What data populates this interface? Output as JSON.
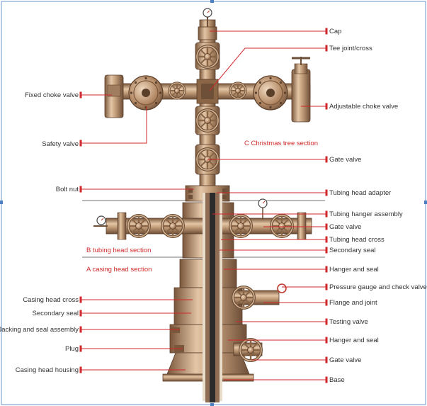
{
  "diagram": {
    "right_labels": [
      "Cap",
      "Tee joint/cross",
      "Adjustable choke valve",
      "Gate valve",
      "Tubing head adapter",
      "Tubing hanger assembly",
      "Gate valve",
      "Tubing head cross",
      "Secondary seal",
      "Hanger and seal",
      "Pressure gauge and check valve",
      "Flange and joint",
      "Testing valve",
      "Hanger and seal",
      "Gate valve",
      "Base"
    ],
    "left_labels": [
      "Fixed choke valve",
      "Safety valve",
      "Bolt nut",
      "Casing head cross",
      "Secondary seal",
      "Jacking and seal assembly",
      "Plug",
      "Casing head housing"
    ],
    "section_labels": [
      "C Christmas tree section",
      "B tubing head section",
      "A casing head section"
    ]
  },
  "colors": {
    "metal_base": "#b8906e",
    "metal_light": "#e2c4a4",
    "metal_dark": "#6e4f38",
    "leader_red": "#d0282a",
    "label_text": "#333333",
    "background": "#ffffff",
    "frame_blue": "#4a7fc1"
  }
}
